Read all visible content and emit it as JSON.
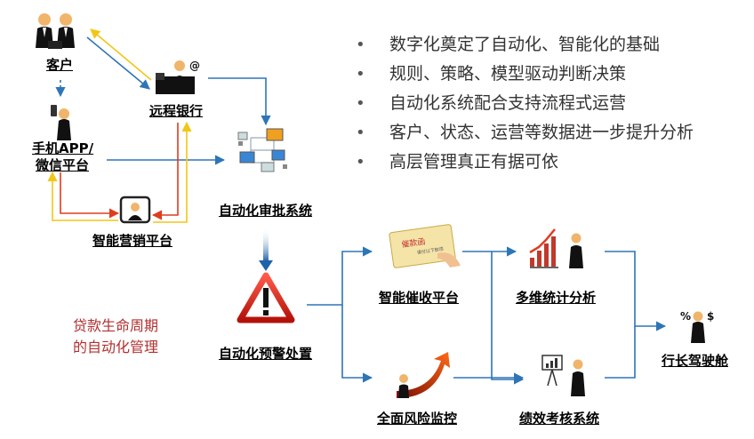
{
  "nodes": {
    "customer": "客户",
    "remote_bank": "远程银行",
    "mobile_app_line1": "手机APP/",
    "mobile_app_line2": "微信平台",
    "smart_marketing": "智能营销平台",
    "auto_approval": "自动化审批系统",
    "auto_warning": "自动化预警处置",
    "smart_collection": "智能催收平台",
    "multi_stats": "多维统计分析",
    "risk_monitor": "全面风险监控",
    "performance": "绩效考核系统",
    "cockpit": "行长驾驶舱"
  },
  "bullets": [
    "数字化奠定了自动化、智能化的基础",
    "规则、策略、模型驱动判断决策",
    "自动化系统配合支持流程式运营",
    "客户、状态、运营等数据进一步提升分析",
    "高层管理真正有据可依"
  ],
  "caption": {
    "line1": "贷款生命周期",
    "line2": "的自动化管理"
  },
  "card_text": {
    "title": "催款函",
    "sub": "请付以下款项"
  },
  "icon_symbols": {
    "at": "@",
    "percent": "%",
    "dollar": "$"
  },
  "colors": {
    "blue": "#2e75b6",
    "orange": "#f0a020",
    "red": "#e03c1e",
    "yellow": "#f2c618"
  }
}
